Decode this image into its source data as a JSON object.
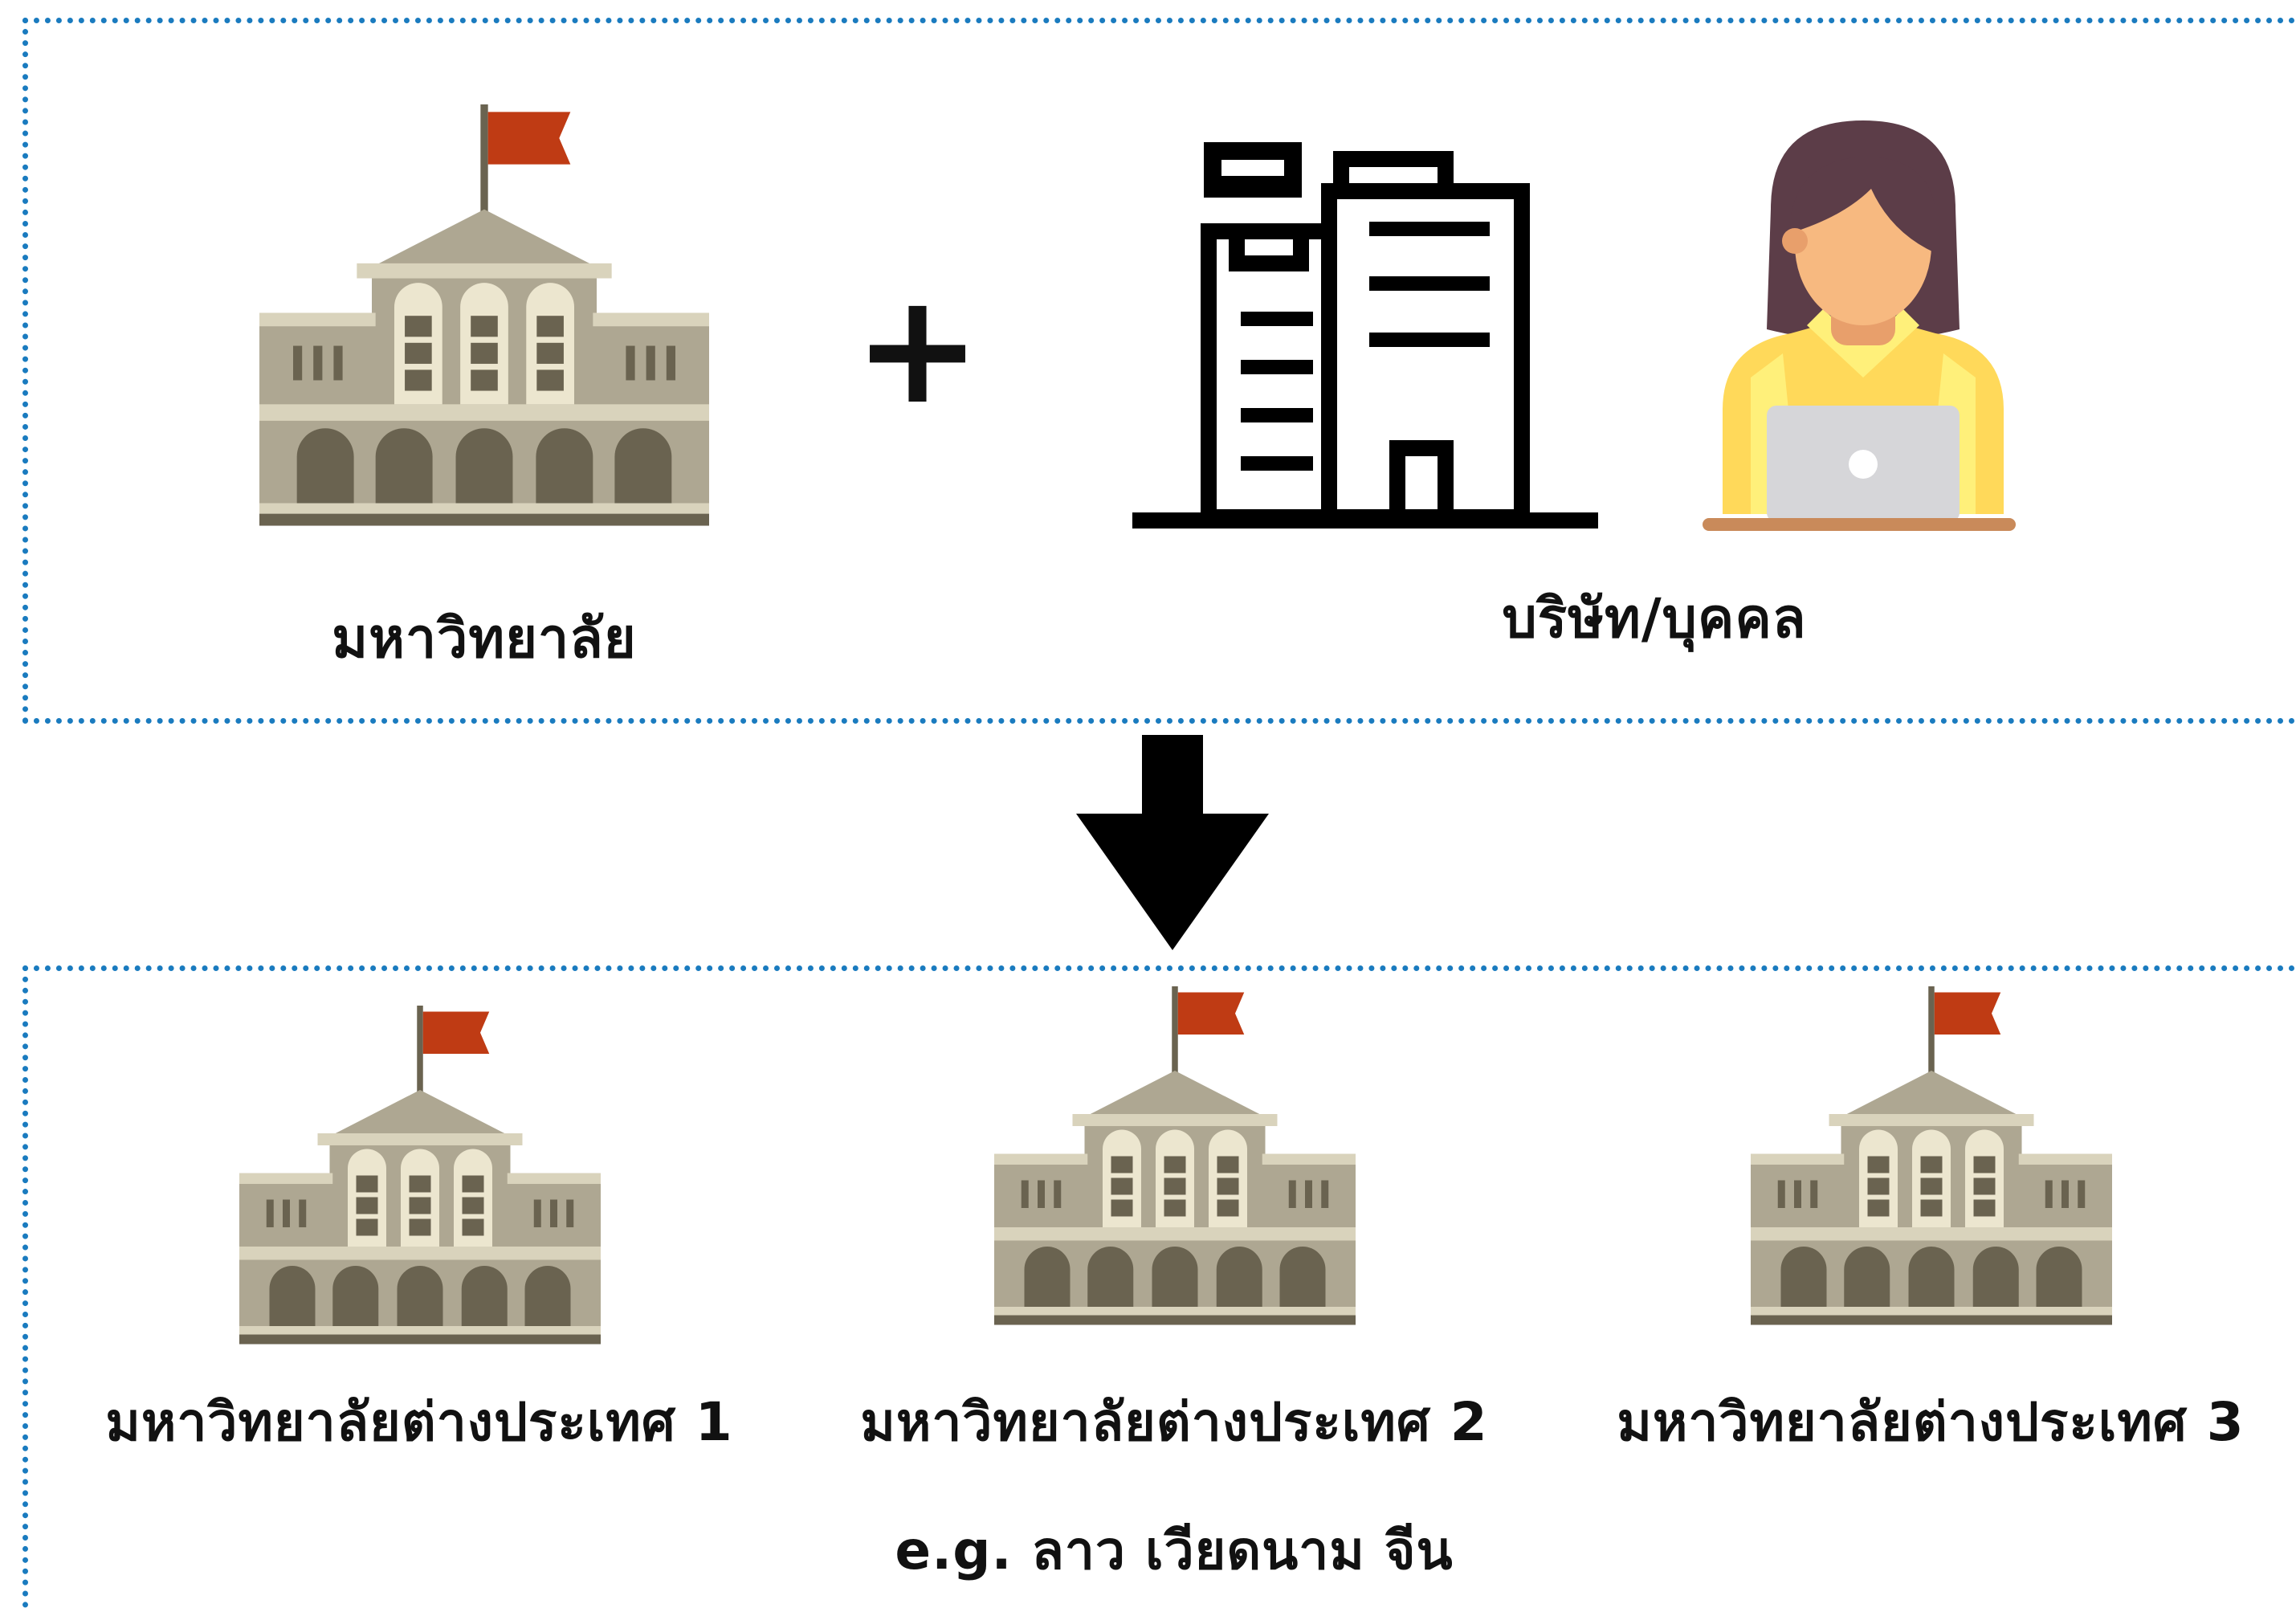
{
  "top": {
    "university_label": "มหาวิทยาลัย",
    "plus_symbol": "+",
    "company_label": "บริษัท/บุคคล"
  },
  "bottom": {
    "universities": [
      {
        "label": "มหาวิทยาลัยต่างประเทศ 1"
      },
      {
        "label": "มหาวิทยาลัยต่างประเทศ 2"
      },
      {
        "label": "มหาวิทยาลัยต่างประเทศ 3"
      }
    ],
    "example_text": "e.g. ลาว เวียดนาม จีน"
  },
  "colors": {
    "border": "#1a7bbf",
    "flag": "#bf3b14",
    "building_stone": "#aea792",
    "building_dark": "#6a6350",
    "arrow": "#000000"
  }
}
